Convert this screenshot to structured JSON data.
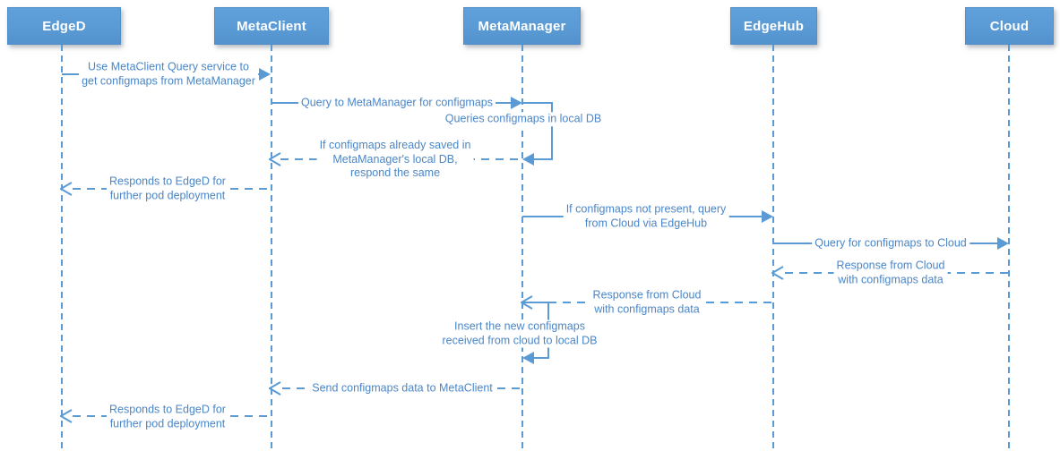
{
  "diagram": {
    "type": "sequence-diagram",
    "colors": {
      "actor_fill": "#5b9bd5",
      "actor_text": "#ffffff",
      "line": "#5b9bd5",
      "label_text": "#4a86c8",
      "background": "#ffffff"
    },
    "actors": [
      {
        "name": "EdgeD"
      },
      {
        "name": "MetaClient"
      },
      {
        "name": "MetaManager"
      },
      {
        "name": "EdgeHub"
      },
      {
        "name": "Cloud"
      }
    ],
    "messages": [
      {
        "from": "EdgeD",
        "to": "MetaClient",
        "type": "solid",
        "label": "Use MetaClient Query service to\nget configmaps from MetaManager"
      },
      {
        "from": "MetaClient",
        "to": "MetaManager",
        "type": "solid",
        "label": "Query to MetaManager for configmaps"
      },
      {
        "from": "MetaManager",
        "to": "MetaManager",
        "type": "self",
        "label": "Queries configmaps in local DB"
      },
      {
        "from": "MetaManager",
        "to": "MetaClient",
        "type": "dashed",
        "label": "If configmaps already saved in\nMetaManager's local DB,\nrespond the same"
      },
      {
        "from": "MetaClient",
        "to": "EdgeD",
        "type": "dashed",
        "label": "Responds to EdgeD for\nfurther pod deployment"
      },
      {
        "from": "MetaManager",
        "to": "EdgeHub",
        "type": "solid",
        "label": "If configmaps not present, query\nfrom Cloud via EdgeHub"
      },
      {
        "from": "EdgeHub",
        "to": "Cloud",
        "type": "solid",
        "label": "Query for configmaps to Cloud"
      },
      {
        "from": "Cloud",
        "to": "EdgeHub",
        "type": "dashed",
        "label": "Response from Cloud\nwith configmaps data"
      },
      {
        "from": "EdgeHub",
        "to": "MetaManager",
        "type": "dashed",
        "label": "Response from Cloud\nwith configmaps data"
      },
      {
        "from": "MetaManager",
        "to": "MetaManager",
        "type": "self",
        "label": "Insert the new configmaps\nreceived from cloud to local DB"
      },
      {
        "from": "MetaManager",
        "to": "MetaClient",
        "type": "dashed",
        "label": "Send configmaps data to MetaClient"
      },
      {
        "from": "MetaClient",
        "to": "EdgeD",
        "type": "dashed",
        "label": "Responds to EdgeD for\nfurther pod deployment"
      }
    ]
  }
}
